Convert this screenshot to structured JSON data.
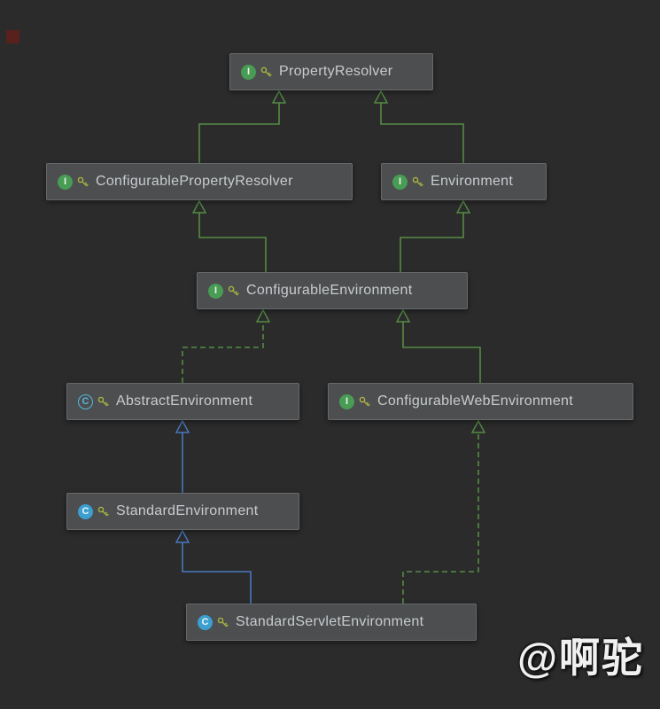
{
  "diagram": {
    "nodes": [
      {
        "id": "property-resolver",
        "label": "PropertyResolver",
        "type": "interface"
      },
      {
        "id": "configurable-property-resolver",
        "label": "ConfigurablePropertyResolver",
        "type": "interface"
      },
      {
        "id": "environment",
        "label": "Environment",
        "type": "interface"
      },
      {
        "id": "configurable-environment",
        "label": "ConfigurableEnvironment",
        "type": "interface"
      },
      {
        "id": "abstract-environment",
        "label": "AbstractEnvironment",
        "type": "abstract-class"
      },
      {
        "id": "configurable-web-environment",
        "label": "ConfigurableWebEnvironment",
        "type": "interface"
      },
      {
        "id": "standard-environment",
        "label": "StandardEnvironment",
        "type": "class"
      },
      {
        "id": "standard-servlet-environment",
        "label": "StandardServletEnvironment",
        "type": "class"
      }
    ],
    "edges": [
      {
        "from": "ConfigurablePropertyResolver",
        "to": "PropertyResolver",
        "relation": "extends",
        "line": "solid",
        "color": "green"
      },
      {
        "from": "Environment",
        "to": "PropertyResolver",
        "relation": "extends",
        "line": "solid",
        "color": "green"
      },
      {
        "from": "ConfigurableEnvironment",
        "to": "ConfigurablePropertyResolver",
        "relation": "extends",
        "line": "solid",
        "color": "green"
      },
      {
        "from": "ConfigurableEnvironment",
        "to": "Environment",
        "relation": "extends",
        "line": "solid",
        "color": "green"
      },
      {
        "from": "AbstractEnvironment",
        "to": "ConfigurableEnvironment",
        "relation": "implements",
        "line": "dashed",
        "color": "green"
      },
      {
        "from": "ConfigurableWebEnvironment",
        "to": "ConfigurableEnvironment",
        "relation": "extends",
        "line": "solid",
        "color": "green"
      },
      {
        "from": "StandardEnvironment",
        "to": "AbstractEnvironment",
        "relation": "extends",
        "line": "solid",
        "color": "blue"
      },
      {
        "from": "StandardServletEnvironment",
        "to": "StandardEnvironment",
        "relation": "extends",
        "line": "solid",
        "color": "blue"
      },
      {
        "from": "StandardServletEnvironment",
        "to": "ConfigurableWebEnvironment",
        "relation": "implements",
        "line": "dashed",
        "color": "green"
      }
    ],
    "icon_letters": {
      "interface": "I",
      "class": "C",
      "abstract_class": "C"
    },
    "colors": {
      "background": "#2b2b2b",
      "node_fill": "#4c4e50",
      "node_border": "#67696b",
      "green_edge": "#548C44",
      "blue_edge": "#4878C0",
      "interface_icon": "#499C54",
      "class_icon": "#3D9FD0",
      "abstract_class_icon": "#55B8DC",
      "key_icon": "#A9B341"
    }
  },
  "watermark": {
    "text": "@啊驼"
  }
}
